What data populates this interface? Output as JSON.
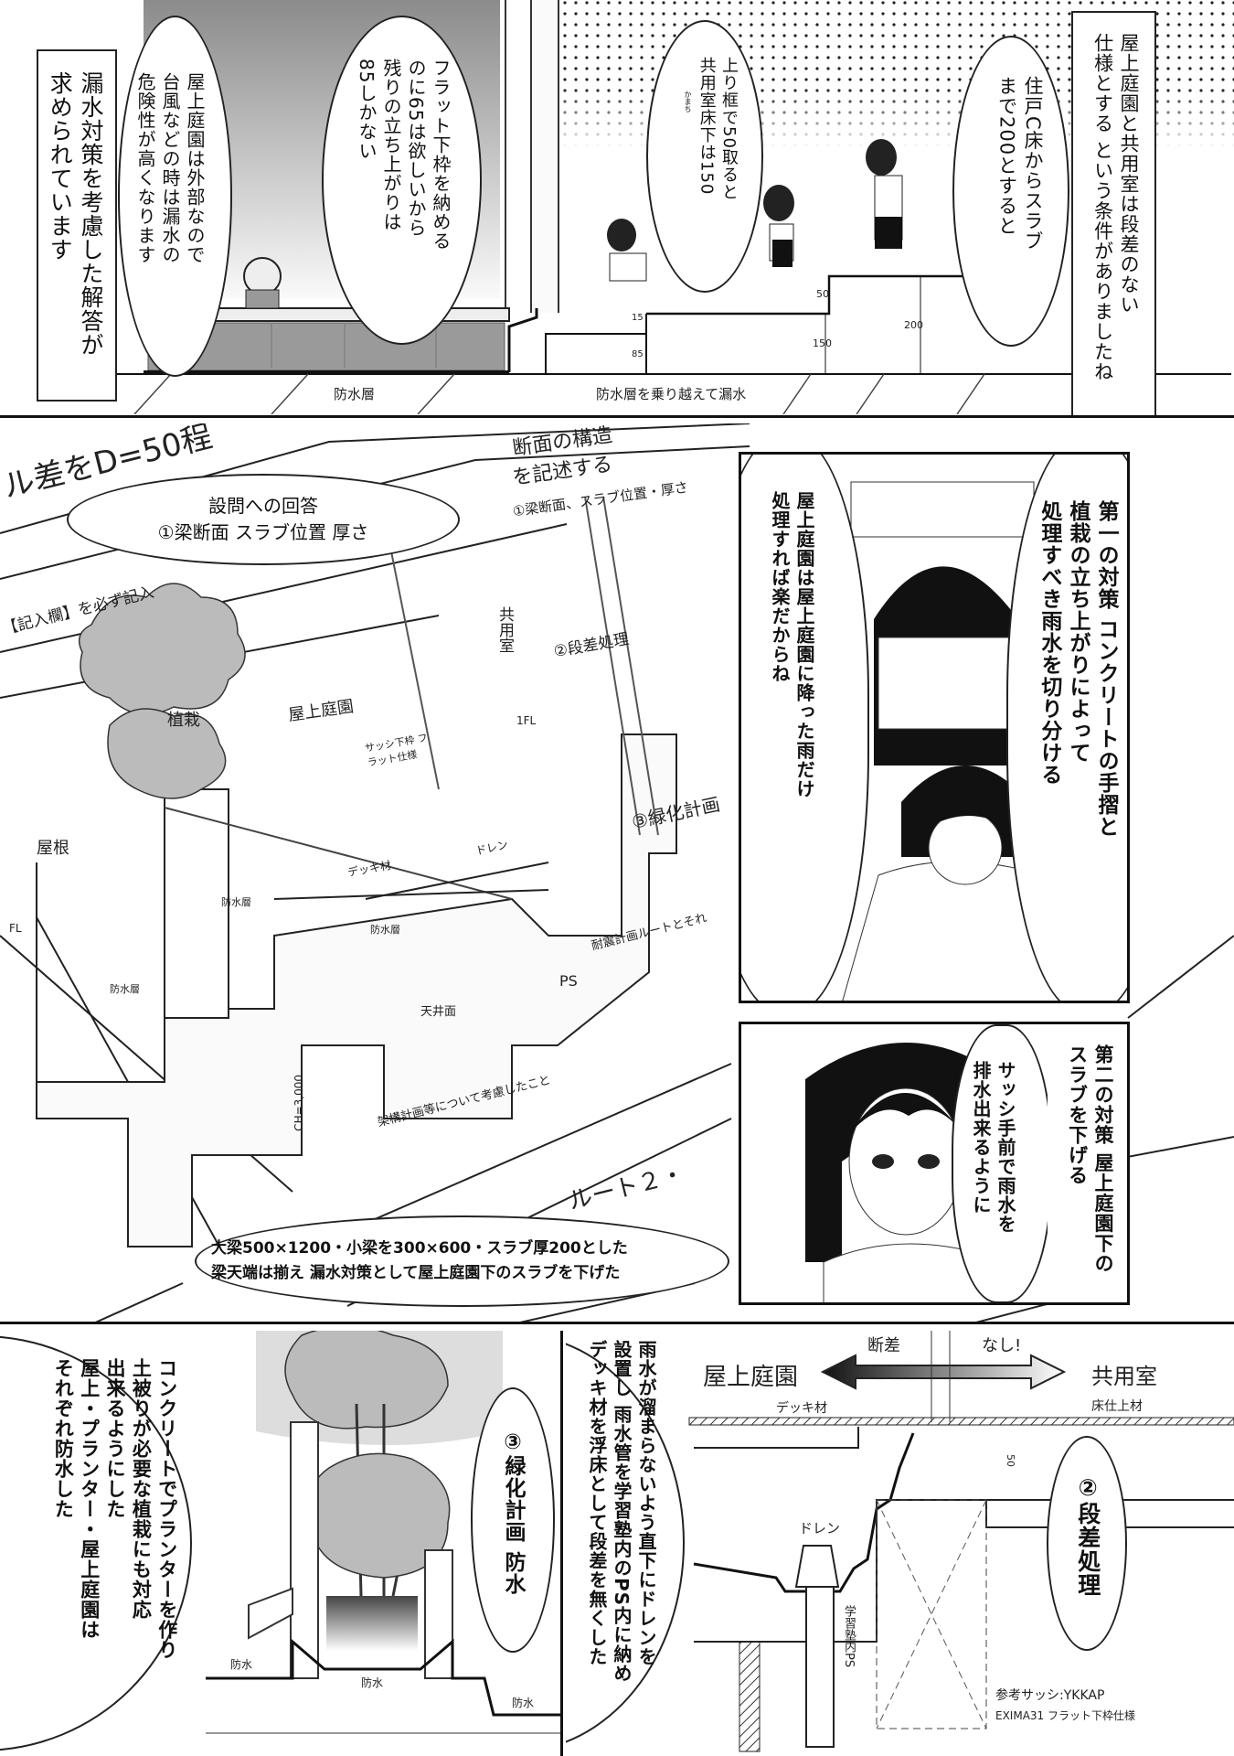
{
  "tier1": {
    "narration_left": [
      "漏水対策を考慮した解答が",
      "求められています"
    ],
    "bubble_typhoon": [
      "屋上庭園は外部なので",
      "台風などの時は漏水の",
      "危険性が高くなります"
    ],
    "bubble_flat_sill": [
      "フラット下枠を納める",
      "のに65は欲しいから",
      "残りの立ち上がりは",
      "85しかない"
    ],
    "bubble_kamachi": [
      "上り框で50取ると",
      "共用室床下は150"
    ],
    "kamachi_ruby": "かまち",
    "bubble_slab": [
      "住戸C床からスラブ",
      "まで200とすると"
    ],
    "narration_right": [
      "屋上庭園と共用室は段差のない",
      "仕様とする という条件がありましたね"
    ],
    "label_waterproof": "防水層",
    "label_leak": "防水層を乗り越えて漏水",
    "dims": [
      "50",
      "150",
      "200",
      "15",
      "85"
    ]
  },
  "tier2": {
    "answer_bubble": {
      "title": "設問への回答",
      "item": "①梁断面 スラブ位置 厚さ"
    },
    "sheet_labels": {
      "top1": "ル差をD=50程",
      "top2": "断面の構造",
      "top3": "を記述する",
      "top4": "①梁断面、スラブ位置・厚さ",
      "left1": "【記入欄】を必ず記入",
      "step": "②段差処理",
      "green": "③緑化計画",
      "shared": "共用室",
      "garden": "屋上庭園",
      "plant": "植栽",
      "roof": "屋根",
      "deck": "デッキ材",
      "waterproof1": "防水層",
      "waterproof2": "防水層",
      "waterproof3": "防水層",
      "drain": "ドレン",
      "sash": "サッシ下枠 フラット仕様",
      "ceiling": "天井面",
      "ps": "PS",
      "ch": "CH=3,000",
      "route": "ルート２・",
      "note": "耐震計画ルートとそれ",
      "note2": "架構計画等について考慮したこと",
      "fl": "FL",
      "sfl": "1FL"
    },
    "result_bubble": [
      "大梁500×1200・小梁を300×600・スラブ厚200とした",
      "梁天端は揃え 漏水対策として屋上庭園下のスラブを下げた"
    ],
    "panel_first": {
      "narration": [
        "第一の対策 コンクリートの手摺と",
        "植栽の立ち上がりによって",
        "処理すべき雨水を切り分ける"
      ],
      "thought": [
        "屋上庭園は屋上庭園に降った雨だけ",
        "処理すれば楽だからね"
      ]
    },
    "panel_second": {
      "narration": [
        "第二の対策 屋上庭園下の",
        "スラブを下げる"
      ],
      "thought": [
        "サッシ手前で雨水を",
        "排水出来るように"
      ]
    }
  },
  "tier3": {
    "planter_text": [
      "コンクリートでプランターを作り",
      "土被りが必要な植栽にも対応",
      "出来るようにした",
      "屋上・プランター・屋上庭園は",
      "それぞれ防水した"
    ],
    "green_bubble": [
      "③緑化計画 防水"
    ],
    "waterproof_labels": [
      "防水",
      "防水",
      "防水"
    ],
    "rain_text": [
      "雨水が溜まらないよう直下にドレンを",
      "設置し 雨水管を学習塾内のPS内に納め",
      "デッキ材を浮床として段差を無くした"
    ],
    "diagram": {
      "garden": "屋上庭園",
      "step": "断差",
      "none": "なし!",
      "shared": "共用室",
      "deck": "デッキ材",
      "floor_finish": "床仕上材",
      "drain": "ドレン",
      "ps": "学習塾内PS",
      "dim": "50",
      "sash_ref": "参考サッシ:YKKAP",
      "sash_model": "EXIMA31 フラット下枠仕様"
    },
    "step_bubble": [
      "②段差処理"
    ]
  }
}
